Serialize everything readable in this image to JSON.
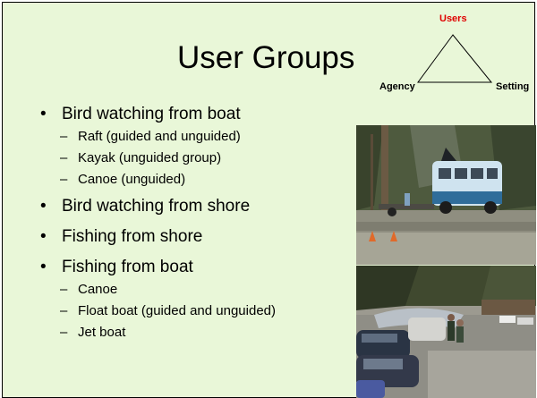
{
  "slide": {
    "title": "User Groups",
    "triangle": {
      "top_label": "Users",
      "left_label": "Agency",
      "right_label": "Setting",
      "top_color": "#e00000"
    },
    "bullets": [
      {
        "text": "Bird watching from boat",
        "sub": [
          "Raft (guided and unguided)",
          "Kayak (unguided group)",
          "Canoe (unguided)"
        ]
      },
      {
        "text": "Bird watching from shore",
        "sub": []
      },
      {
        "text": "Fishing from shore",
        "sub": []
      },
      {
        "text": "Fishing from boat",
        "sub": [
          "Canoe",
          "Float boat (guided and unguided)",
          "Jet boat"
        ]
      }
    ],
    "bullet_glyph": "•",
    "sub_glyph": "–",
    "photos": [
      {
        "name": "bus-photo",
        "icon": "bus-icon"
      },
      {
        "name": "parking-lot-photo",
        "icon": "cars-icon"
      }
    ],
    "background_color": "#e9f7d8"
  }
}
